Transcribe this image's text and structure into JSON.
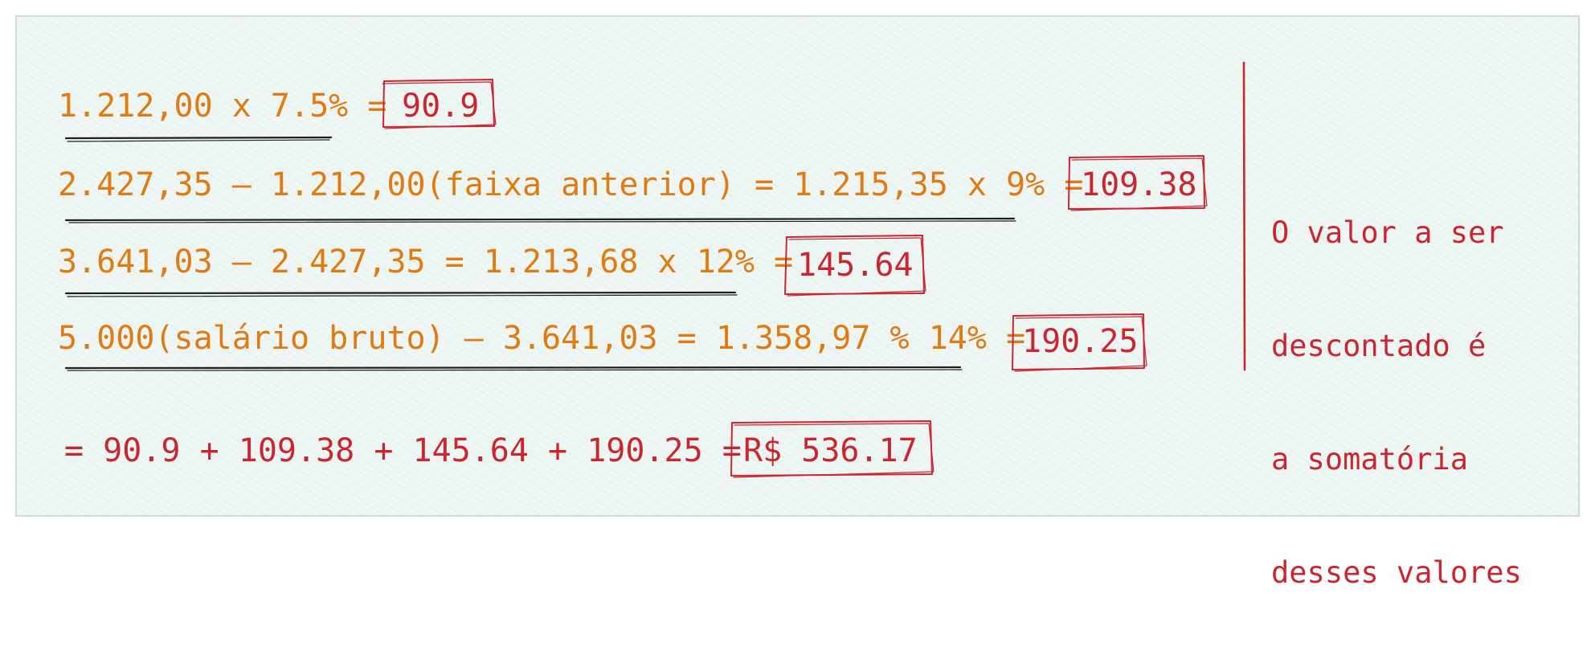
{
  "colors": {
    "orange": "#e07b14",
    "red": "#c9262f",
    "ink": "#1e1e1e",
    "panel_fill": "#eef6f4",
    "panel_hatch": "#d7e7e3"
  },
  "rows": [
    {
      "expr": "1.212,00 x 7.5% =",
      "result": "90.9"
    },
    {
      "expr": "2.427,35 – 1.212,00(faixa anterior) = 1.215,35 x 9% =",
      "result": "109.38"
    },
    {
      "expr": "3.641,03 – 2.427,35 = 1.213,68 x 12% =",
      "result": "145.64"
    },
    {
      "expr": "5.000(salário bruto) – 3.641,03 = 1.358,97 % 14% =",
      "result": "190.25"
    }
  ],
  "sum": {
    "expr": "= 90.9 + 109.38 + 145.64 + 190.25 =",
    "result": "R$ 536.17"
  },
  "note": {
    "lines": [
      "O valor a ser",
      "descontado é",
      "a somatória",
      "desses valores"
    ]
  }
}
